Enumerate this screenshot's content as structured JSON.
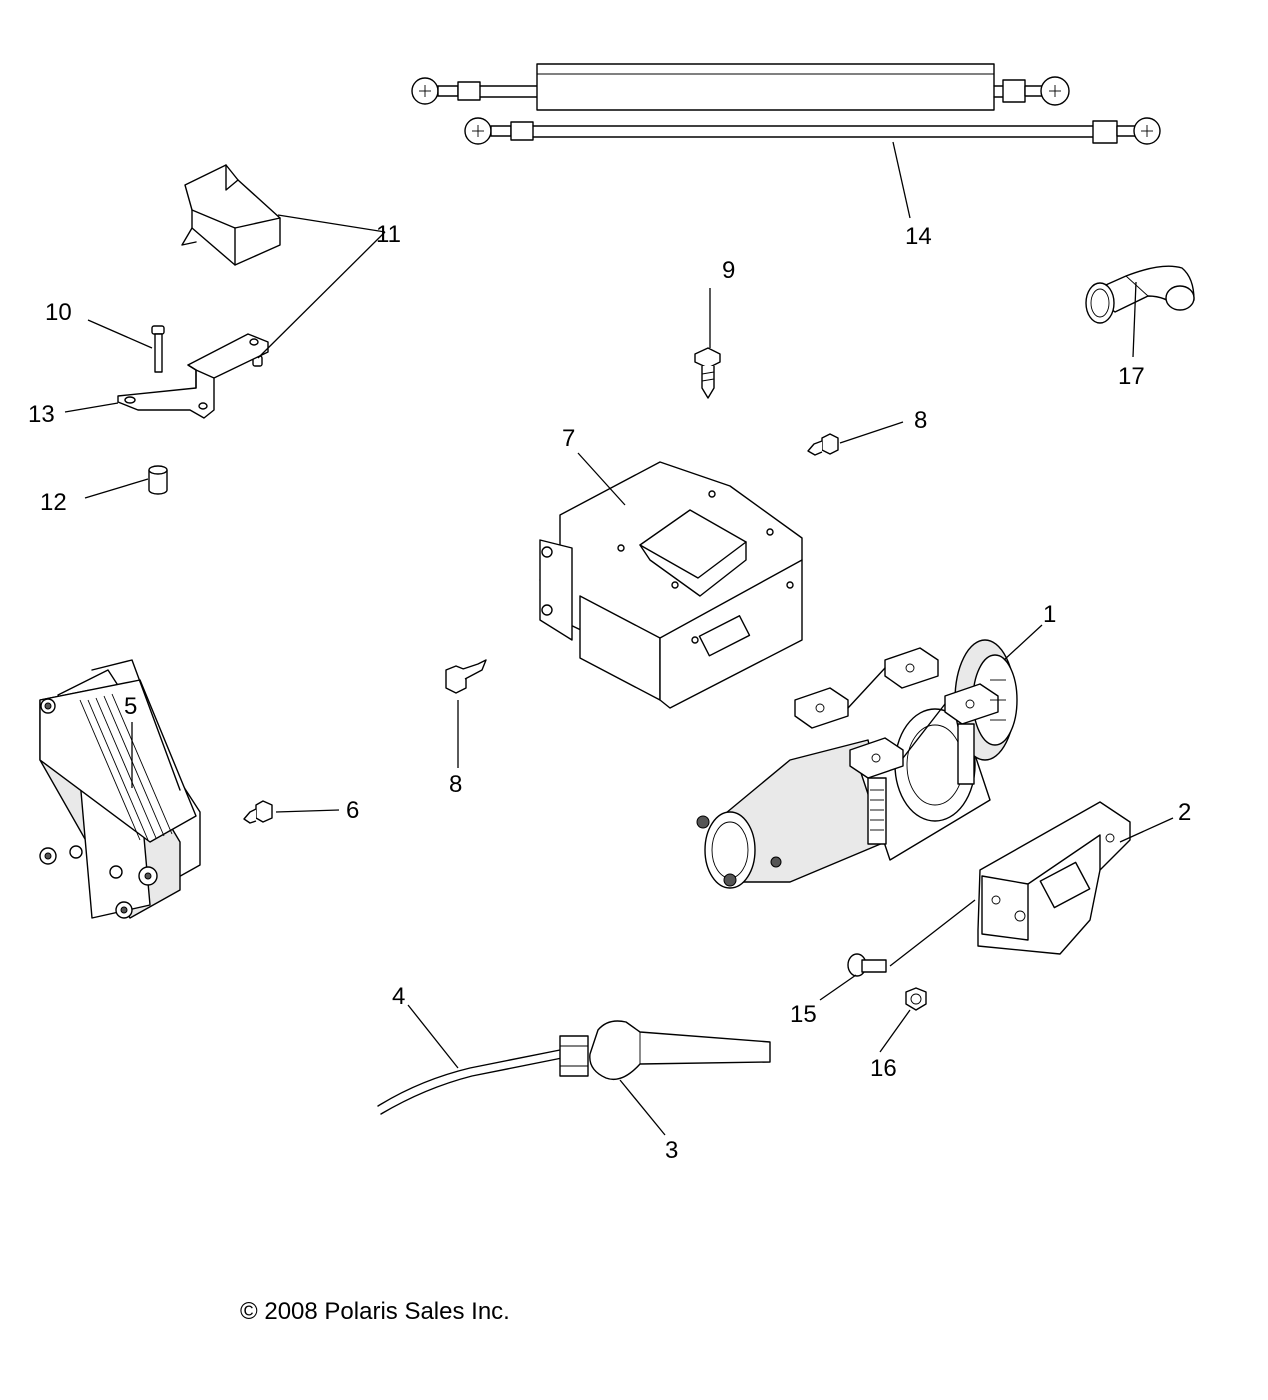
{
  "callouts": [
    {
      "id": "1",
      "label": "1"
    },
    {
      "id": "2",
      "label": "2"
    },
    {
      "id": "3",
      "label": "3"
    },
    {
      "id": "4",
      "label": "4"
    },
    {
      "id": "5",
      "label": "5"
    },
    {
      "id": "6",
      "label": "6"
    },
    {
      "id": "7",
      "label": "7"
    },
    {
      "id": "8a",
      "label": "8"
    },
    {
      "id": "8b",
      "label": "8"
    },
    {
      "id": "9",
      "label": "9"
    },
    {
      "id": "10",
      "label": "10"
    },
    {
      "id": "11",
      "label": "11"
    },
    {
      "id": "12",
      "label": "12"
    },
    {
      "id": "13",
      "label": "13"
    },
    {
      "id": "14",
      "label": "14"
    },
    {
      "id": "15",
      "label": "15"
    },
    {
      "id": "16",
      "label": "16"
    },
    {
      "id": "17",
      "label": "17"
    }
  ],
  "footer": {
    "copyright_symbol": "©",
    "copyright_text": "2008 Polaris Sales Inc."
  }
}
